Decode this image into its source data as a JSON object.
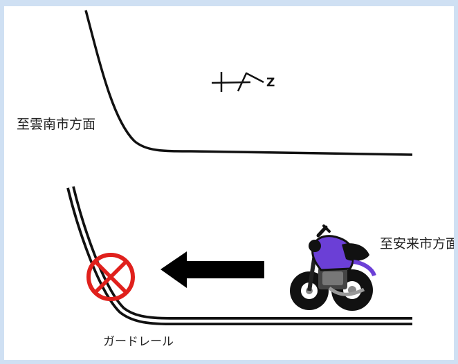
{
  "labels": {
    "to_unnan": "至雲南市方面",
    "to_yasugi": "至安来市方面",
    "guardrail": "ガードレール",
    "north": "Z"
  },
  "icons": {
    "north_arrow": "north-arrow-icon",
    "motorcycle": "motorcycle-icon",
    "direction_arrow": "left-arrow-icon",
    "crash_mark": "circle-x-icon"
  },
  "colors": {
    "road_line": "#111111",
    "crash_mark": "#e0201c",
    "motorcycle_body": "#6b3fd6",
    "outer_background": "#cfe0f3"
  }
}
